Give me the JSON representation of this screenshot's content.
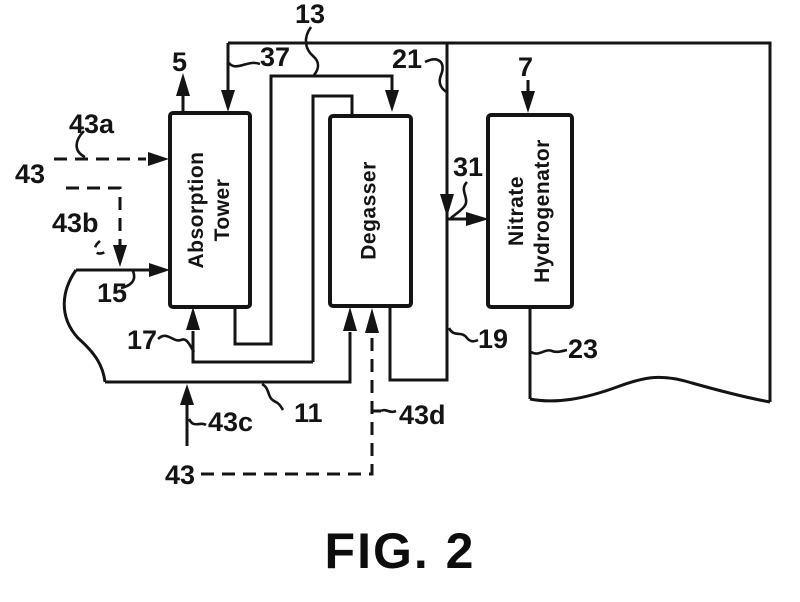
{
  "figure": {
    "caption": "FIG. 2"
  },
  "colors": {
    "ink": "#141414",
    "paper": "#ffffff"
  },
  "blocks": {
    "absorption_tower": {
      "line1": "Absorption",
      "line2": "Tower"
    },
    "degasser": {
      "line1": "Degasser"
    },
    "nitrate_hydrogenator": {
      "line1": "Nitrate",
      "line2": "Hydrogenator"
    }
  },
  "refs": {
    "r5": "5",
    "r7": "7",
    "r11": "11",
    "r13": "13",
    "r15": "15",
    "r17": "17",
    "r19": "19",
    "r21": "21",
    "r23": "23",
    "r31": "31",
    "r37": "37",
    "r43_left": "43",
    "r43_bottom": "43",
    "r43a": "43a",
    "r43b": "43b",
    "r43c": "43c",
    "r43d": "43d"
  }
}
